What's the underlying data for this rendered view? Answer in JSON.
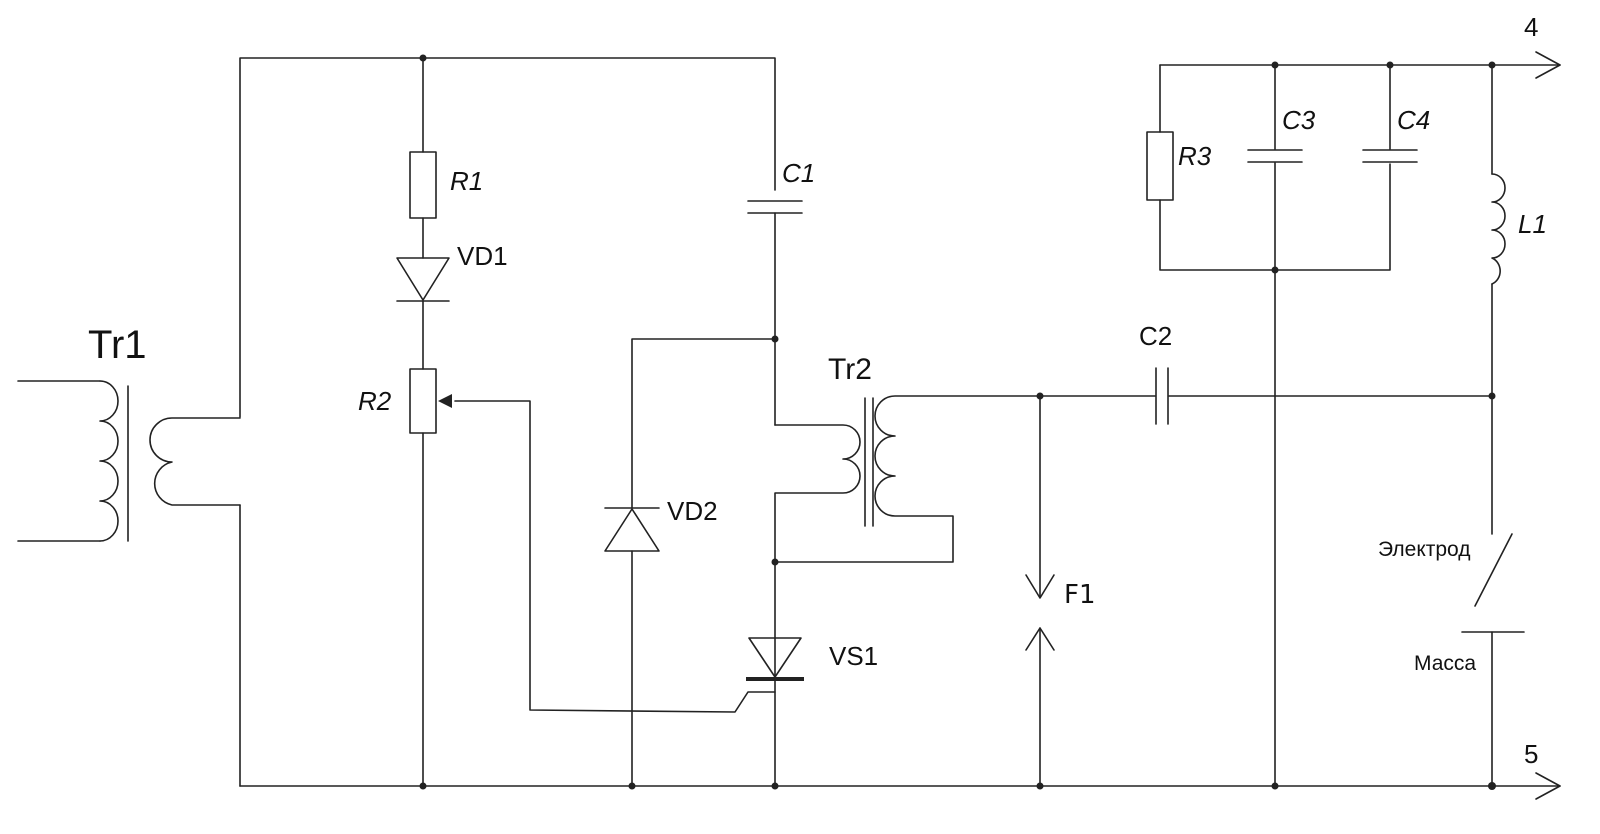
{
  "diagram": {
    "components": {
      "tr1": "Tr1",
      "tr2": "Tr2",
      "r1": "R1",
      "r2": "R2",
      "r3": "R3",
      "vd1": "VD1",
      "vd2": "VD2",
      "vs1": "VS1",
      "c1": "C1",
      "c2": "C2",
      "c3": "C3",
      "c4": "C4",
      "l1": "L1",
      "f1": "F1"
    },
    "terminals": {
      "out_top": "4",
      "out_bottom": "5"
    },
    "contacts": {
      "electrode": "Электрод",
      "ground": "Масса"
    }
  }
}
